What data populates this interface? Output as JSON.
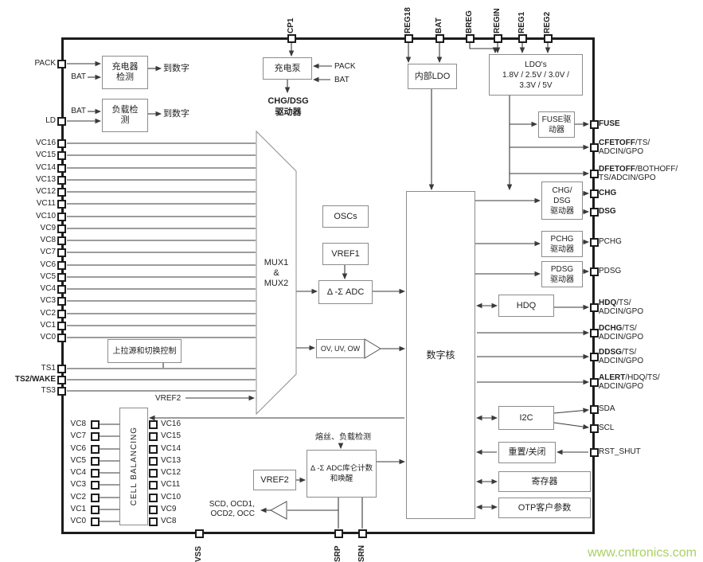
{
  "watermark": {
    "text": "www.cntronics.com",
    "color": "#a9d162"
  },
  "pins": {
    "top": [
      "CP1",
      "REG18",
      "BAT",
      "BREG",
      "REGIN",
      "REG1",
      "REG2"
    ],
    "left": [
      "PACK",
      "LD",
      "VC16",
      "VC15",
      "VC14",
      "VC13",
      "VC12",
      "VC11",
      "VC10",
      "VC9",
      "VC8",
      "VC7",
      "VC6",
      "VC5",
      "VC4",
      "VC3",
      "VC2",
      "VC1",
      "VC0",
      "TS1",
      "TS2/WAKE",
      "TS3"
    ],
    "bottom": [
      "VSS",
      "SRP",
      "SRN"
    ],
    "right": [
      {
        "bold": "FUSE",
        "rest": "",
        "line2": ""
      },
      {
        "bold": "CFETOFF",
        "rest": "/TS/",
        "line2": "ADCIN/GPO"
      },
      {
        "bold": "DFETOFF",
        "rest": "/BOTHOFF/",
        "line2": "TS/ADCIN/GPO"
      },
      {
        "bold": "CHG",
        "rest": "",
        "line2": ""
      },
      {
        "bold": "DSG",
        "rest": "",
        "line2": ""
      },
      {
        "bold": "",
        "rest": "PCHG",
        "line2": ""
      },
      {
        "bold": "",
        "rest": "PDSG",
        "line2": ""
      },
      {
        "bold": "HDQ",
        "rest": "/TS/",
        "line2": "ADCIN/GPO"
      },
      {
        "bold": "DCHG",
        "rest": "/TS/",
        "line2": "ADCIN/GPO"
      },
      {
        "bold": "DDSG",
        "rest": "/TS/",
        "line2": "ADCIN/GPO"
      },
      {
        "bold": "ALERT",
        "rest": "/HDQ/TS/",
        "line2": "ADCIN/GPO"
      },
      {
        "bold": "",
        "rest": "SDA",
        "line2": ""
      },
      {
        "bold": "",
        "rest": "SCL",
        "line2": ""
      },
      {
        "bold": "",
        "rest": "RST_SHUT",
        "line2": ""
      }
    ]
  },
  "inputs": {
    "bat_charger": "BAT",
    "bat_load": "BAT",
    "pump_pack": "PACK",
    "pump_bat": "BAT"
  },
  "blocks": {
    "charger_detect": "充电器\n检测",
    "load_detect": "负载检\n测",
    "to_digital_1": "到数字",
    "to_digital_2": "到数字",
    "charge_pump": "充电泵",
    "chg_dsg_driver_text": "CHG/DSG\n驱动器",
    "internal_ldo": "内部LDO",
    "ldos": "LDO's\n1.8V / 2.5V / 3.0V /\n3.3V / 5V",
    "mux": "MUX1\n&\nMUX2",
    "oscs": "OSCs",
    "vref1": "VREF1",
    "adc": "Δ -Σ  ADC",
    "ov_uv_ow": "OV, UV, OW",
    "digital_core": "数字核",
    "fuse_driver": "FUSE驱\n动器",
    "chg_dsg_driver": "CHG/\nDSG\n驱动器",
    "pchg_driver": "PCHG\n驱动器",
    "pdsg_driver": "PDSG\n驱动器",
    "hdq": "HDQ",
    "i2c": "I2C",
    "reset_shutdown": "重置/关闭",
    "registers": "寄存器",
    "otp": "OTP客户参数",
    "pullup": "上拉源和切换控制",
    "vref2_label": "VREF2",
    "cell_balancing": "CELL BALANCING",
    "vref2_box": "VREF2",
    "coulomb_counter": "Δ -Σ ADC库仑计数\n和唤醒",
    "fuse_load_detect": "熔丝、负载检测",
    "scd_ocd": "SCD, OCD1,\nOCD2, OCC"
  },
  "balancing": {
    "left": [
      "VC8",
      "VC7",
      "VC6",
      "VC5",
      "VC4",
      "VC3",
      "VC2",
      "VC1",
      "VC0"
    ],
    "right": [
      "VC16",
      "VC15",
      "VC14",
      "VC13",
      "VC12",
      "VC11",
      "VC10",
      "VC9",
      "VC8"
    ]
  }
}
